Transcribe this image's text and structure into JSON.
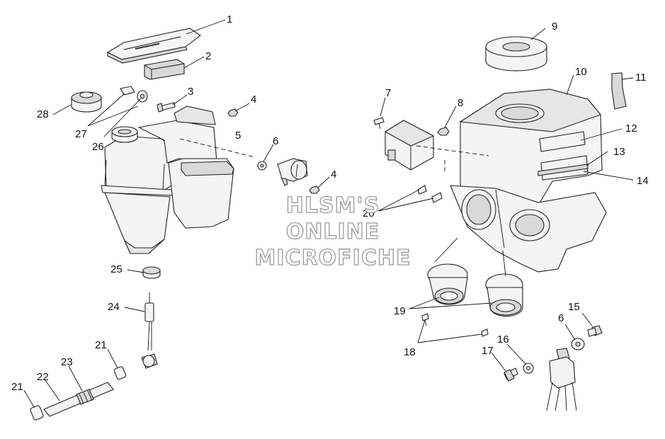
{
  "watermark": {
    "line1": "HLSM'S",
    "line2": "ONLINE",
    "line3": "MICROFICHE"
  },
  "callouts": [
    {
      "label": "1",
      "part": "battery-cover"
    },
    {
      "label": "2",
      "part": "pad"
    },
    {
      "label": "3",
      "part": "bolt"
    },
    {
      "label": "4",
      "part": "nut"
    },
    {
      "label": "5",
      "part": "bracket"
    },
    {
      "label": "6",
      "part": "washer"
    },
    {
      "label": "7",
      "part": "screw"
    },
    {
      "label": "8",
      "part": "nut"
    },
    {
      "label": "9",
      "part": "foam-ring"
    },
    {
      "label": "10",
      "part": "airbox"
    },
    {
      "label": "11",
      "part": "clip"
    },
    {
      "label": "12",
      "part": "decal"
    },
    {
      "label": "13",
      "part": "decal"
    },
    {
      "label": "14",
      "part": "decal"
    },
    {
      "label": "15",
      "part": "bolt"
    },
    {
      "label": "16",
      "part": "washer"
    },
    {
      "label": "17",
      "part": "bolt"
    },
    {
      "label": "18",
      "part": "screw"
    },
    {
      "label": "19",
      "part": "boot"
    },
    {
      "label": "20",
      "part": "screw"
    },
    {
      "label": "21",
      "part": "clamp"
    },
    {
      "label": "22",
      "part": "hose"
    },
    {
      "label": "23",
      "part": "spring"
    },
    {
      "label": "24",
      "part": "pickup-filter"
    },
    {
      "label": "25",
      "part": "grommet"
    },
    {
      "label": "26",
      "part": "strap"
    },
    {
      "label": "27",
      "part": "pin"
    },
    {
      "label": "28",
      "part": "cap"
    }
  ]
}
